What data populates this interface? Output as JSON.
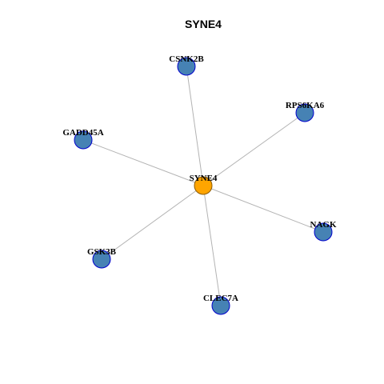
{
  "title": "SYNE4",
  "colors": {
    "center_fill": "#FFA500",
    "center_stroke": "#8B5A00",
    "leaf_fill": "#4682B4",
    "leaf_stroke": "#0000CD",
    "edge": "#B3B3B3"
  },
  "center": {
    "name": "SYNE4"
  },
  "neighbors": [
    {
      "name": "CSNK2B"
    },
    {
      "name": "RPS6KA6"
    },
    {
      "name": "GADD45A"
    },
    {
      "name": "NAGK"
    },
    {
      "name": "GSK3B"
    },
    {
      "name": "CLEC7A"
    }
  ]
}
